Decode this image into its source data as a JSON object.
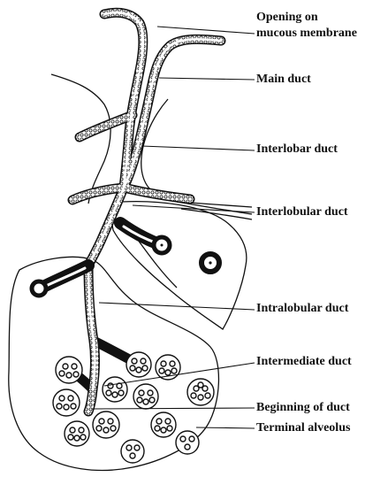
{
  "diagram": {
    "labels": {
      "opening_line1": "Opening on",
      "opening_line2": "mucous membrane",
      "main_duct": "Main duct",
      "interlobar_duct": "Interlobar duct",
      "interlobular_duct": "Interlobular duct",
      "intralobular_duct": "Intralobular duct",
      "intermediate_duct": "Intermediate duct",
      "beginning_of_duct": "Beginning of duct",
      "terminal_alveolus": "Terminal alveolus"
    },
    "colors": {
      "ink": "#111111",
      "background": "#ffffff"
    }
  }
}
